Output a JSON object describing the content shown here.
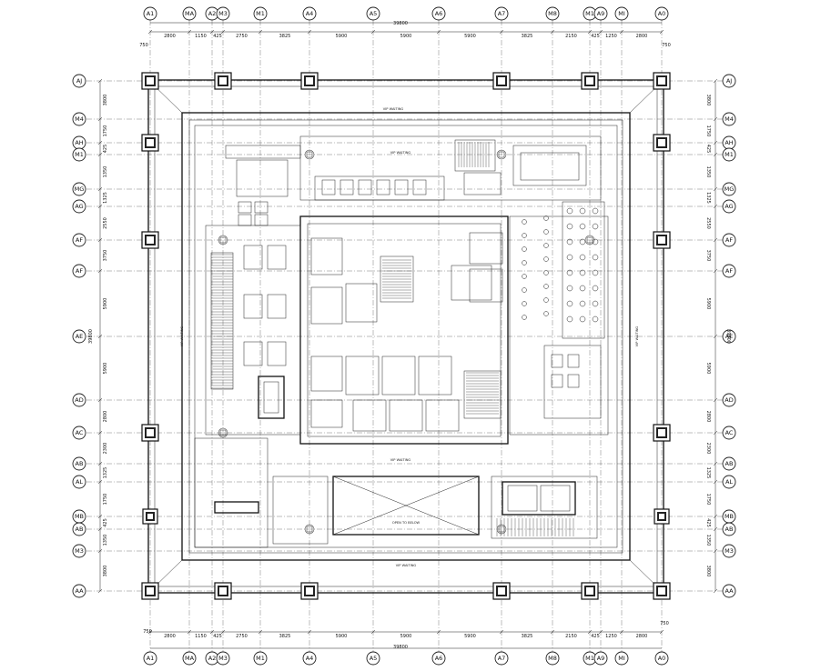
{
  "grid_top": [
    {
      "label": "A1"
    },
    {
      "label": "MA"
    },
    {
      "label": "A2"
    },
    {
      "label": "M3"
    },
    {
      "label": "M1"
    },
    {
      "label": "A4"
    },
    {
      "label": "A5"
    },
    {
      "label": "A6"
    },
    {
      "label": "A7"
    },
    {
      "label": "M8"
    },
    {
      "label": "M1"
    },
    {
      "label": "A9"
    },
    {
      "label": "MI"
    },
    {
      "label": "A0"
    }
  ],
  "grid_side": [
    {
      "label": "AJ"
    },
    {
      "label": "M4"
    },
    {
      "label": "AH"
    },
    {
      "label": "M1"
    },
    {
      "label": "MG"
    },
    {
      "label": "AG"
    },
    {
      "label": "AF"
    },
    {
      "label": "AF"
    },
    {
      "label": "AE"
    },
    {
      "label": "AD"
    },
    {
      "label": "AC"
    },
    {
      "label": "AB"
    },
    {
      "label": "AL"
    },
    {
      "label": "MB"
    },
    {
      "label": "AB"
    },
    {
      "label": "M3"
    },
    {
      "label": "AA"
    }
  ],
  "dims_top": [
    "2800",
    "1150",
    "425",
    "2750",
    "3825",
    "5900",
    "5900",
    "5900",
    "3825",
    "2150",
    "425",
    "1250",
    "2800"
  ],
  "dims_bottom": [
    "2800",
    "1150",
    "425",
    "2750",
    "3825",
    "5900",
    "5900",
    "5900",
    "3825",
    "2150",
    "425",
    "1250",
    "2800"
  ],
  "dims_left": [
    "3800",
    "1750",
    "425",
    "1350",
    "1325",
    "2550",
    "3750",
    "5900",
    "5900",
    "2800",
    "2300",
    "1325",
    "1750",
    "425",
    "1350",
    "3800"
  ],
  "dims_right": [
    "3800",
    "1750",
    "425",
    "1350",
    "1325",
    "2550",
    "3750",
    "5900",
    "5900",
    "2800",
    "2300",
    "1325",
    "1750",
    "425",
    "1350",
    "3800"
  ],
  "total_top": "39800",
  "total_bottom": "39800",
  "total_left": "39800",
  "total_right": "39800",
  "edge_top_left": "750",
  "edge_top_right": "750",
  "edge_bottom_left": "750",
  "edge_bottom_right": "750",
  "room_labels": {
    "top_corridor": "VIP WAITING",
    "top_inner": "VIP WAITING",
    "left_zone": "VIP WAITING",
    "right_zone": "VIP WAITING",
    "bottom_corridor": "VIP WAITING",
    "center_lobby": "VIP WAITING",
    "bottom_void": "OPEN TO BELOW"
  }
}
